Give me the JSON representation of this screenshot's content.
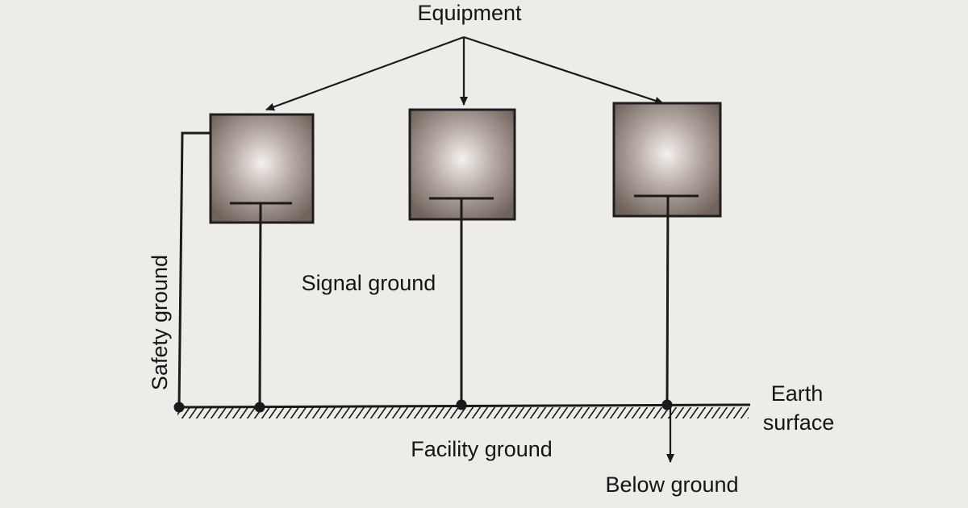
{
  "diagram": {
    "labels": {
      "equipment": "Equipment",
      "safety_ground": "Safety ground",
      "signal_ground": "Signal ground",
      "earth_surface_line1": "Earth",
      "earth_surface_line2": "surface",
      "facility_ground": "Facility ground",
      "below_ground": "Below ground"
    },
    "equipment_boxes": [
      {
        "id": "equipment-box-1"
      },
      {
        "id": "equipment-box-2"
      },
      {
        "id": "equipment-box-3"
      }
    ],
    "colors": {
      "background": "#eeece8",
      "ink": "#1a1a1a",
      "box_fill_center": "#f4f1ec",
      "box_fill_edge": "#6e625b"
    }
  }
}
